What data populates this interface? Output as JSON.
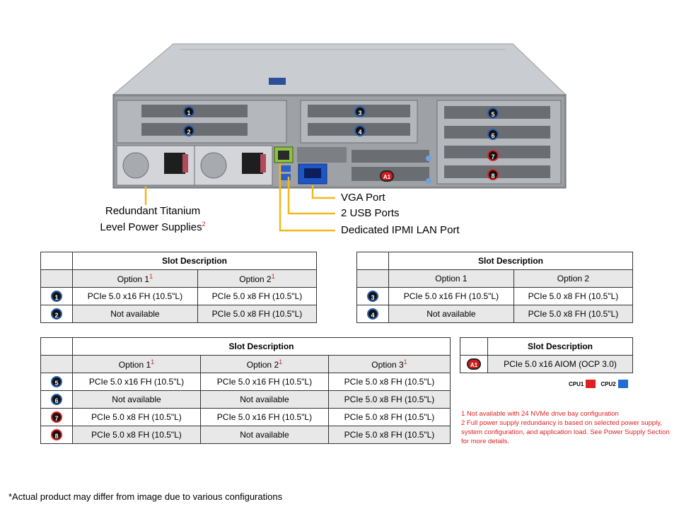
{
  "callouts": {
    "vga": "VGA Port",
    "usb": "2 USB Ports",
    "ipmi": "Dedicated IPMI LAN Port",
    "psu_line1": "Redundant Titanium",
    "psu_line2": "Level Power Supplies",
    "psu_note": "2"
  },
  "server_badges": [
    "1",
    "2",
    "3",
    "4",
    "5",
    "6",
    "7",
    "8",
    "A1"
  ],
  "table1": {
    "title": "Slot Description",
    "headers": [
      "Option 1",
      "Option 2"
    ],
    "header_notes": [
      "1",
      "1"
    ],
    "rows": [
      {
        "slot": "1",
        "cells": [
          "PCIe 5.0 x16 FH (10.5\"L)",
          "PCIe 5.0 x8 FH (10.5\"L)"
        ]
      },
      {
        "slot": "2",
        "cells": [
          "Not available",
          "PCIe 5.0 x8 FH (10.5\"L)"
        ]
      }
    ]
  },
  "table2": {
    "title": "Slot Description",
    "headers": [
      "Option 1",
      "Option 2"
    ],
    "rows": [
      {
        "slot": "3",
        "cells": [
          "PCIe 5.0 x16 FH (10.5\"L)",
          "PCIe 5.0 x8 FH (10.5\"L)"
        ]
      },
      {
        "slot": "4",
        "cells": [
          "Not available",
          "PCIe 5.0 x8 FH (10.5\"L)"
        ]
      }
    ]
  },
  "table3": {
    "title": "Slot Description",
    "headers": [
      "Option 1",
      "Option 2",
      "Option 3"
    ],
    "header_notes": [
      "1",
      "1",
      "1"
    ],
    "rows": [
      {
        "slot": "5",
        "cells": [
          "PCIe 5.0 x16 FH (10.5\"L)",
          "PCIe 5.0 x16 FH (10.5\"L)",
          "PCIe 5.0 x8 FH (10.5\"L)"
        ]
      },
      {
        "slot": "6",
        "cells": [
          "Not available",
          "Not available",
          "PCIe 5.0 x8 FH (10.5\"L)"
        ]
      },
      {
        "slot": "7",
        "cells": [
          "PCIe 5.0 x8 FH (10.5\"L)",
          "PCIe 5.0 x16 FH (10.5\"L)",
          "PCIe 5.0 x8 FH (10.5\"L)"
        ]
      },
      {
        "slot": "8",
        "cells": [
          "PCIe 5.0 x8 FH (10.5\"L)",
          "Not available",
          "PCIe 5.0 x8 FH (10.5\"L)"
        ]
      }
    ]
  },
  "table4": {
    "title": "Slot Description",
    "rows": [
      {
        "slot": "A1",
        "cells": [
          "PCIe 5.0 x16 AIOM (OCP 3.0)"
        ]
      }
    ]
  },
  "legend": {
    "cpu1_label": "CPU1",
    "cpu1_color": "#e02020",
    "cpu2_label": "CPU2",
    "cpu2_color": "#1e6fd0"
  },
  "notes": {
    "note1": "1 Not available with 24 NVMe drive bay configuration",
    "note2": "2 Full power supply redundancy is based on selected power supply, system configuration, and application load. See Power Supply Section for more details."
  },
  "disclaimer": "*Actual product may differ from image due to various configurations"
}
